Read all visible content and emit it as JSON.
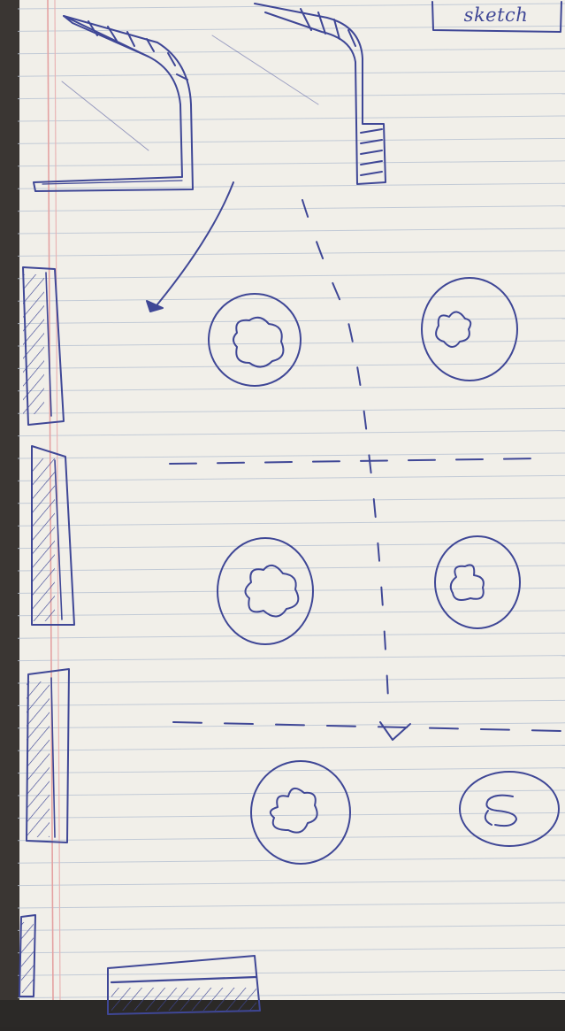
{
  "page": {
    "paper_color": "#f1efe9",
    "rule_color": "#b7c2d2",
    "margin_color": "#e4a2a2",
    "ink_color": "#3f4796"
  },
  "corner_label": {
    "text": "sketch"
  },
  "tables": [
    {
      "id": "table-1",
      "plate": "food"
    },
    {
      "id": "table-2",
      "plate": "food"
    },
    {
      "id": "table-3",
      "plate": "food"
    },
    {
      "id": "table-4",
      "plate": "food"
    },
    {
      "id": "table-5",
      "plate": "food"
    },
    {
      "id": "table-6",
      "plate": "food"
    }
  ]
}
